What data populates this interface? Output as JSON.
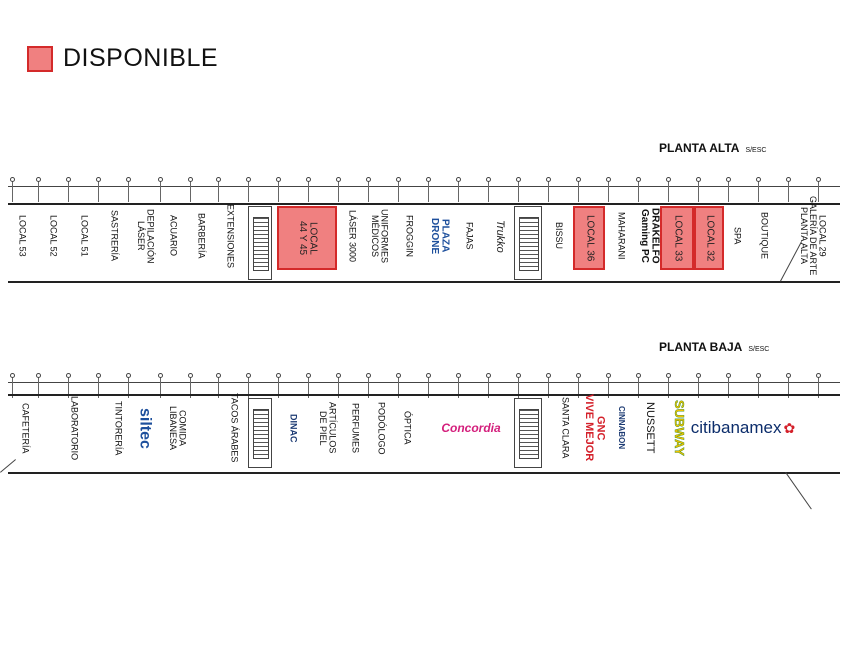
{
  "legend": {
    "label": "DISPONIBLE",
    "color": "#f08080",
    "border": "#d42a2a"
  },
  "floors": {
    "upper": {
      "title": "PLANTA ALTA",
      "scale": "S/ESC",
      "stores": [
        {
          "id": "u1",
          "name": "LOCAL 53",
          "status": "occupied"
        },
        {
          "id": "u2",
          "name": "LOCAL 52",
          "status": "occupied"
        },
        {
          "id": "u3",
          "name": "LOCAL 51",
          "status": "occupied"
        },
        {
          "id": "u4",
          "name": "SASTRERÍA",
          "status": "occupied"
        },
        {
          "id": "u5",
          "name": "DEPILACIÓN\nLÁSER",
          "status": "occupied"
        },
        {
          "id": "u6",
          "name": "ACUARIO",
          "status": "occupied"
        },
        {
          "id": "u7",
          "name": "BARBERÍA",
          "status": "occupied"
        },
        {
          "id": "u8",
          "name": "EXTENSIONES",
          "status": "occupied"
        },
        {
          "id": "u9",
          "name": "LOCAL\n44 Y 45",
          "status": "available"
        },
        {
          "id": "u10",
          "name": "LÁSER 3000",
          "status": "occupied"
        },
        {
          "id": "u11",
          "name": "UNIFORMES\nMÉDICOS",
          "status": "occupied"
        },
        {
          "id": "u12",
          "name": "FROGGIN",
          "status": "occupied"
        },
        {
          "id": "u13",
          "name": "PLAZA\nDRONE",
          "status": "occupied"
        },
        {
          "id": "u14",
          "name": "FAJAS",
          "status": "occupied"
        },
        {
          "id": "u15",
          "name": "Trukko",
          "status": "occupied"
        },
        {
          "id": "u16",
          "name": "BISSU",
          "status": "occupied"
        },
        {
          "id": "u17",
          "name": "LOCAL 36",
          "status": "available"
        },
        {
          "id": "u18",
          "name": "MAHARANI",
          "status": "occupied"
        },
        {
          "id": "u19",
          "name": "DRAKELFO\nGaming PC",
          "status": "occupied"
        },
        {
          "id": "u20",
          "name": "LOCAL 33",
          "status": "available"
        },
        {
          "id": "u21",
          "name": "LOCAL 32",
          "status": "available"
        },
        {
          "id": "u22",
          "name": "SPA",
          "status": "occupied"
        },
        {
          "id": "u23",
          "name": "BOUTIQUE",
          "status": "occupied"
        },
        {
          "id": "u24",
          "name": "LOCAL 29\nGALERÍA DE ARTE\nPLANTA ALTA",
          "status": "occupied"
        }
      ]
    },
    "lower": {
      "title": "PLANTA BAJA",
      "scale": "S/ESC",
      "stores": [
        {
          "id": "l1",
          "name": "CAFETERÍA",
          "status": "occupied"
        },
        {
          "id": "l2",
          "name": "LABORATORIO",
          "status": "occupied"
        },
        {
          "id": "l3",
          "name": "TINTORERÍA",
          "status": "occupied"
        },
        {
          "id": "l4",
          "name": "siltec",
          "status": "occupied"
        },
        {
          "id": "l5",
          "name": "COMIDA\nLIBANESA",
          "status": "occupied"
        },
        {
          "id": "l6",
          "name": "TACOS ÁRABES",
          "status": "occupied"
        },
        {
          "id": "l7",
          "name": "DINAC",
          "status": "occupied"
        },
        {
          "id": "l8",
          "name": "ARTÍCULOS\nDE PIEL",
          "status": "occupied"
        },
        {
          "id": "l9",
          "name": "PERFUMES",
          "status": "occupied"
        },
        {
          "id": "l10",
          "name": "PODÓLOGO",
          "status": "occupied"
        },
        {
          "id": "l11",
          "name": "ÓPTICA",
          "status": "occupied"
        },
        {
          "id": "l12",
          "name": "Concordia",
          "status": "occupied"
        },
        {
          "id": "l13",
          "name": "SANTA CLARA",
          "status": "occupied"
        },
        {
          "id": "l14",
          "name": "GNC\nVIVE MEJOR",
          "status": "occupied"
        },
        {
          "id": "l15",
          "name": "CINNABON",
          "status": "occupied"
        },
        {
          "id": "l16",
          "name": "NUSSETT",
          "status": "occupied"
        },
        {
          "id": "l17",
          "name": "SUBWAY",
          "status": "occupied"
        },
        {
          "id": "l18",
          "name": "citibanamex",
          "status": "occupied"
        }
      ]
    }
  },
  "brand_colors": {
    "drone": "#1d4f9c",
    "siltec": "#1d4f9c",
    "dinac": "#1d3b73",
    "concordia": "#d41f7c",
    "gnc": "#d4202a",
    "cinnabon": "#1d3b73",
    "subway_green": "#2f8f2f",
    "subway_yellow": "#f2c200",
    "citi": "#0c2d6b",
    "citi_flower": "#d4202a",
    "trukko": "#222222",
    "drakelfo": "#d4202a"
  }
}
